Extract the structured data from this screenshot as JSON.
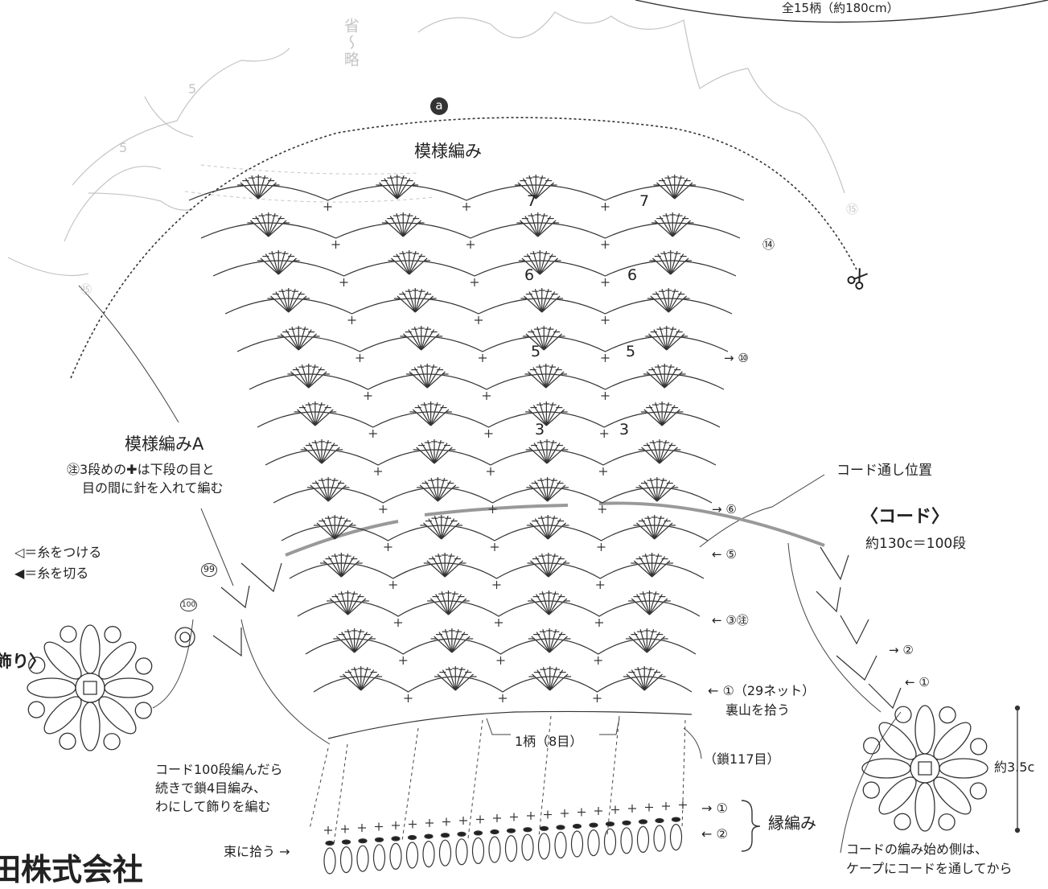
{
  "chart_title_top": "全15柄（約180cm）",
  "omitted_label": "省〜略",
  "badge_a": "a",
  "pattern_label": "模様編み",
  "pattern_a_label": "模様編みA",
  "pattern_a_note_line1": "㊟3段めの✚は下段の目と",
  "pattern_a_note_line2": "目の間に針を入れて編む",
  "legend_attach": "◁＝糸をつける",
  "legend_cut": "◀＝糸を切る",
  "decoration_label": "飾り〉",
  "cord_position_label": "コード通し位置",
  "cord_title": "〈コード〉",
  "cord_length": "約130c＝100段",
  "row_numbers": {
    "r1": "← ①（29ネット）",
    "r1_note": "裏山を拾う",
    "r3": "← ③㊟",
    "r5": "← ⑤",
    "r6": "→ ⑥",
    "r10": "→ ⑩",
    "r14": "⑭",
    "r15_right": "⑮",
    "r15_left": "⑮",
    "r99": "99",
    "r100": "100",
    "cord_r1": "← ①",
    "cord_r2": "→ ②"
  },
  "pattern_repeat_numbers": [
    "7",
    "7",
    "6",
    "6",
    "5",
    "5",
    "3",
    "3"
  ],
  "faint_repeat_numbers": [
    "5",
    "5"
  ],
  "repeat_label": "1柄（8目）",
  "chain_count": "（鎖117目）",
  "cord_finish_line1": "コード100段編んだら",
  "cord_finish_line2": "続きで鎖4目編み、",
  "cord_finish_line3": "わにして飾りを編む",
  "edging_row1": "→ ①",
  "edging_row2": "← ②",
  "edging_label": "縁編み",
  "bundle_pick": "束に拾う →",
  "size_label": "約3.5c",
  "cord_start_line1": "コードの編み始め側は、",
  "cord_start_line2": "ケープにコードを通してから",
  "brand_text": "田株式会社",
  "colors": {
    "ink": "#222222",
    "faint": "#c4c4c4",
    "cord_line": "#999999"
  },
  "icons": [
    "scissors-icon",
    "flower-motif-icon"
  ]
}
